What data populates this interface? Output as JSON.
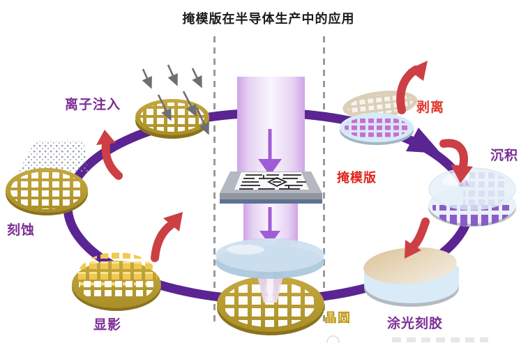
{
  "title": "掩模版在半导体生产中的应用",
  "stages": {
    "ion_implant": {
      "label": "离子注入"
    },
    "etch": {
      "label": "刻蚀"
    },
    "develop": {
      "label": "显影"
    },
    "wafer": {
      "label": "晶圆"
    },
    "coat_resist": {
      "label": "涂光刻胶"
    },
    "deposit": {
      "label": "沉积"
    },
    "strip": {
      "label": "剥离"
    },
    "mask": {
      "label": "掩模版"
    }
  },
  "colors": {
    "cycle_ring": "#5a2492",
    "transition_arrow": "#cc3f45",
    "stage_label_purple": "#7b2d94",
    "mask_label_red": "#e02318",
    "strip_label_red": "#e0372c",
    "wafer_label_gold": "#bf9610",
    "wafer_gold": "#b79b31",
    "uv_beam_lavender": "#d9bcee",
    "lens_blue": "#cde0ef",
    "deposit_purple": "#8a5cc8",
    "strip_magenta": "#c96fd0",
    "resist_beige": "#e2cfae"
  }
}
